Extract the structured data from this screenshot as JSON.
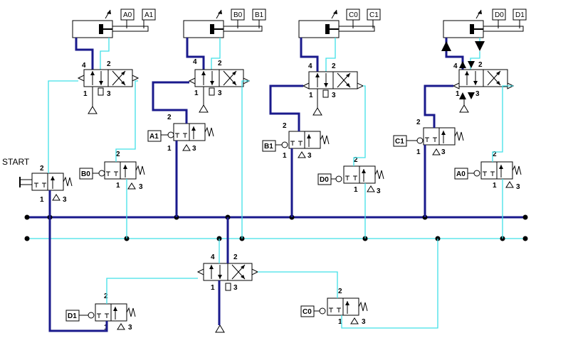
{
  "start_label": "START",
  "colors": {
    "main_line": "#1a1a8c",
    "pilot_line": "#40e0e8",
    "component": "#000000"
  },
  "cylinders": [
    {
      "id": "A",
      "sensors": [
        "A0",
        "A1"
      ]
    },
    {
      "id": "B",
      "sensors": [
        "B0",
        "B1"
      ]
    },
    {
      "id": "C",
      "sensors": [
        "C0",
        "C1"
      ]
    },
    {
      "id": "D",
      "sensors": [
        "D0",
        "D1"
      ]
    }
  ],
  "limit_valves": [
    "B0",
    "A1",
    "B1",
    "D0",
    "C1",
    "A0",
    "D1",
    "C0"
  ],
  "port_labels": {
    "p1": "1",
    "p2": "2",
    "p3": "3",
    "p4": "4"
  }
}
